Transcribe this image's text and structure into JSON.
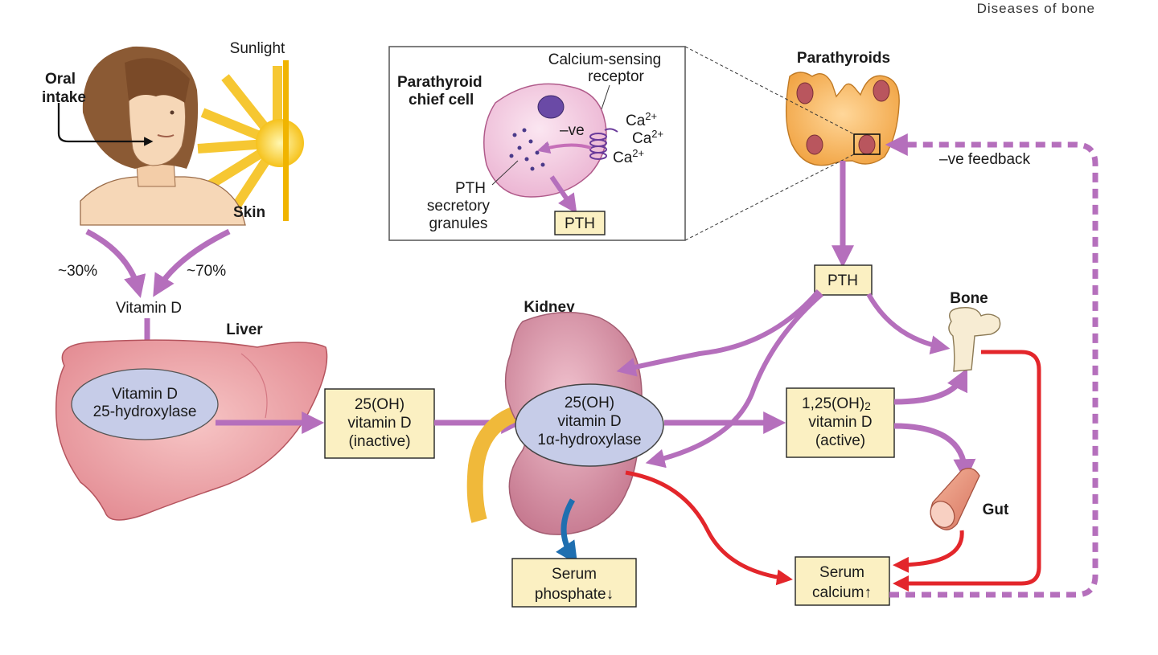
{
  "header": {
    "running_title": "Diseases of bone"
  },
  "sources": {
    "sunlight": "Sunlight",
    "oral_intake": [
      "Oral",
      "intake"
    ],
    "skin": "Skin",
    "pct_oral": "~30%",
    "pct_skin": "~70%",
    "vitamin_d": "Vitamin D"
  },
  "organs": {
    "liver": "Liver",
    "kidney": "Kidney",
    "parathyroids": "Parathyroids",
    "bone": "Bone",
    "gut": "Gut"
  },
  "enzymes": {
    "liver_enzyme": [
      "Vitamin D",
      "25-hydroxylase"
    ],
    "kidney_enzyme": [
      "25(OH)",
      "vitamin D",
      "1α-hydroxylase"
    ]
  },
  "boxes": {
    "inactive": [
      "25(OH)",
      "vitamin D",
      "(inactive)"
    ],
    "active": [
      "1,25(OH)",
      "2",
      "vitamin D",
      "(active)"
    ],
    "pth": "PTH",
    "serum_phosphate": [
      "Serum",
      "phosphate↓"
    ],
    "serum_calcium": [
      "Serum",
      "calcium↑"
    ]
  },
  "inset": {
    "cell_title": [
      "Parathyroid",
      "chief cell"
    ],
    "receptor": [
      "Calcium-sensing",
      "receptor"
    ],
    "ca_ion": "Ca",
    "ca_charge": "2+",
    "neg": "–ve",
    "granules": [
      "PTH",
      "secretory",
      "granules"
    ],
    "pth": "PTH"
  },
  "feedback": "–ve feedback",
  "colors": {
    "pathway_arrow": "#b56fbc",
    "calcium_arrow": "#e3262b",
    "phosphate_arrow": "#1f6fb0",
    "box_fill": "#fbf0c2",
    "enzyme_fill": "#c6cce8"
  }
}
